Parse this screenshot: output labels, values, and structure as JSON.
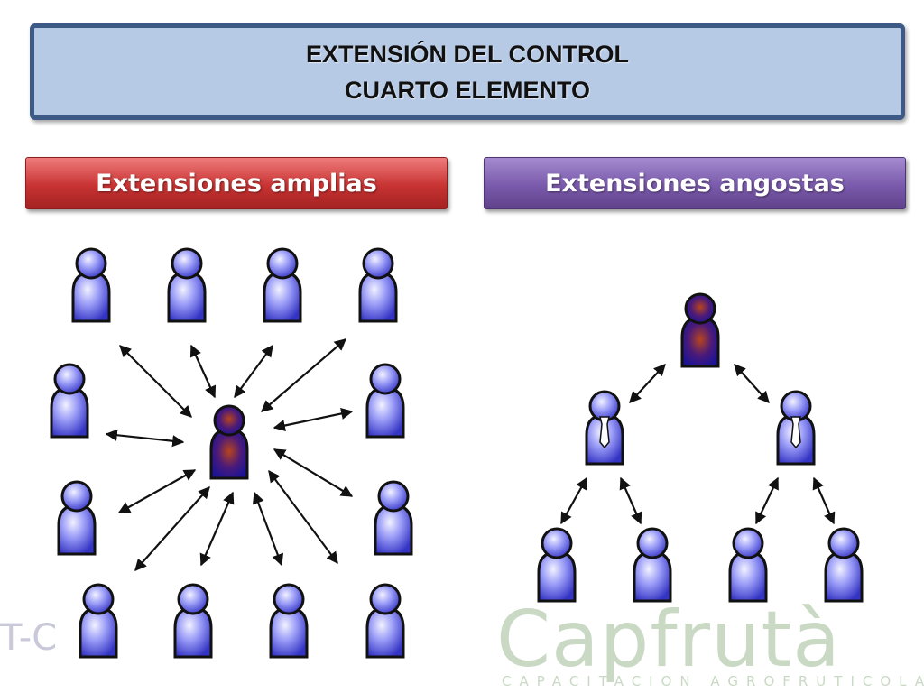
{
  "title": {
    "line1": "EXTENSIÓN DEL CONTROL",
    "line2": "CUARTO ELEMENTO"
  },
  "panels": {
    "wide": {
      "label": "Extensiones amplias",
      "color": "#c83333"
    },
    "narrow": {
      "label": "Extensiones angostas",
      "color": "#7a5aab"
    }
  },
  "colors": {
    "person_light": "#e8e8ff",
    "person_mid": "#7b7ef5",
    "person_dark": "#2a2ab8",
    "manager_center": "#b8441c",
    "manager_dark": "#1d1494"
  },
  "watermark": {
    "logo": "Capfrutà",
    "subtitle": "CAPACITACION AGROFRUTICOLA",
    "left_fragment": "T-C"
  }
}
